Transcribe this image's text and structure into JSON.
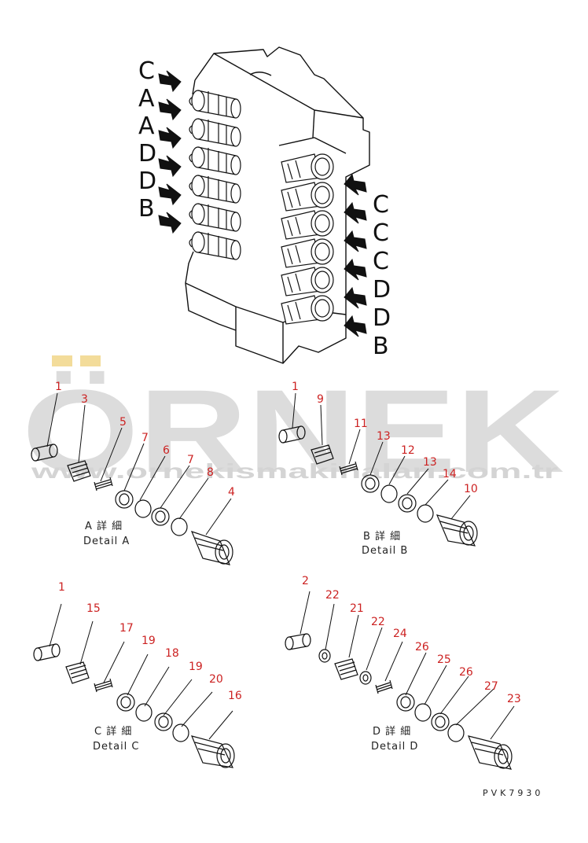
{
  "watermark": {
    "brand": "ÖRNEK",
    "url": "www.ornekismakinalari.com.tr"
  },
  "left_letters": [
    "C",
    "A",
    "A",
    "D",
    "D",
    "B"
  ],
  "right_letters": [
    "C",
    "C",
    "C",
    "D",
    "D",
    "B"
  ],
  "details": [
    {
      "id": "A",
      "title_jp": "A 詳 細",
      "title_en": "Detail A",
      "parts": [
        "1",
        "3",
        "5",
        "7",
        "6",
        "7",
        "8",
        "4"
      ]
    },
    {
      "id": "B",
      "title_jp": "B 詳 細",
      "title_en": "Detail B",
      "parts": [
        "1",
        "9",
        "11",
        "13",
        "12",
        "13",
        "14",
        "10"
      ]
    },
    {
      "id": "C",
      "title_jp": "C 詳 細",
      "title_en": "Detail C",
      "parts": [
        "1",
        "15",
        "17",
        "19",
        "18",
        "19",
        "20",
        "16"
      ]
    },
    {
      "id": "D",
      "title_jp": "D 詳 細",
      "title_en": "Detail D",
      "parts": [
        "2",
        "22",
        "21",
        "22",
        "24",
        "26",
        "25",
        "26",
        "27",
        "23"
      ]
    }
  ],
  "figure_code": "PVK7930",
  "colors": {
    "callout": "#cc2222",
    "line": "#111111",
    "watermark": "#dcdcdc",
    "watermark_accent": "#f3dc9a"
  }
}
